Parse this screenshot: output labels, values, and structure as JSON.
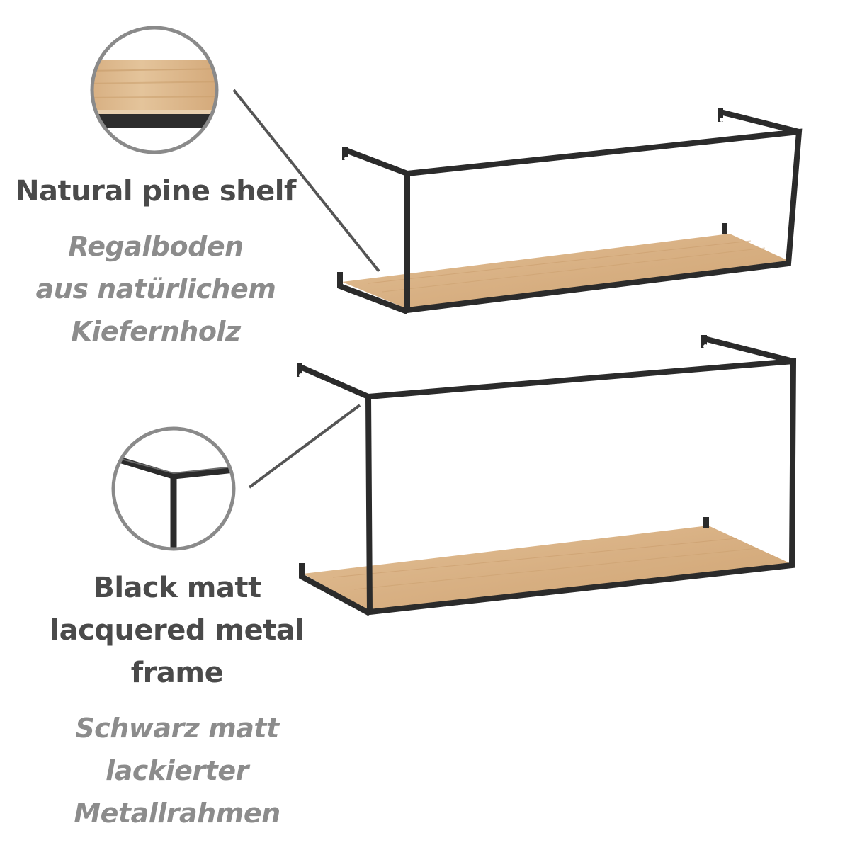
{
  "callouts": [
    {
      "title": "Natural pine shelf",
      "subtitle": "Regalboden\naus natürlichem\nKiefernholz"
    },
    {
      "title": "Black matt\nlacquered metal\nframe",
      "subtitle": "Schwarz matt\nlackierter\nMetallrahmen"
    }
  ],
  "colors": {
    "english_text": "#4a4a4a",
    "german_text": "#8c8c8c",
    "metal": "#2b2b2b",
    "pine": "#dbb588",
    "callout_ring": "#8a8a8a",
    "leader_line": "#555555"
  },
  "icons": [
    "pine-detail-zoom",
    "frame-corner-zoom"
  ]
}
